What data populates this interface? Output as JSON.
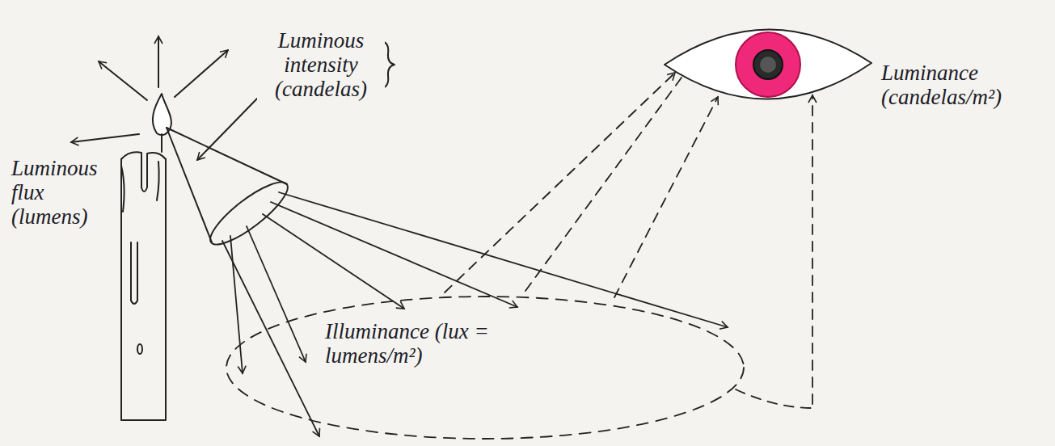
{
  "diagram": {
    "labels": [
      "Luminous intensity (candelas)",
      "Luminance (candelas/m²)",
      "Luminous flux (lumens)",
      "Illuminance (lux = lumens/m²)"
    ]
  }
}
